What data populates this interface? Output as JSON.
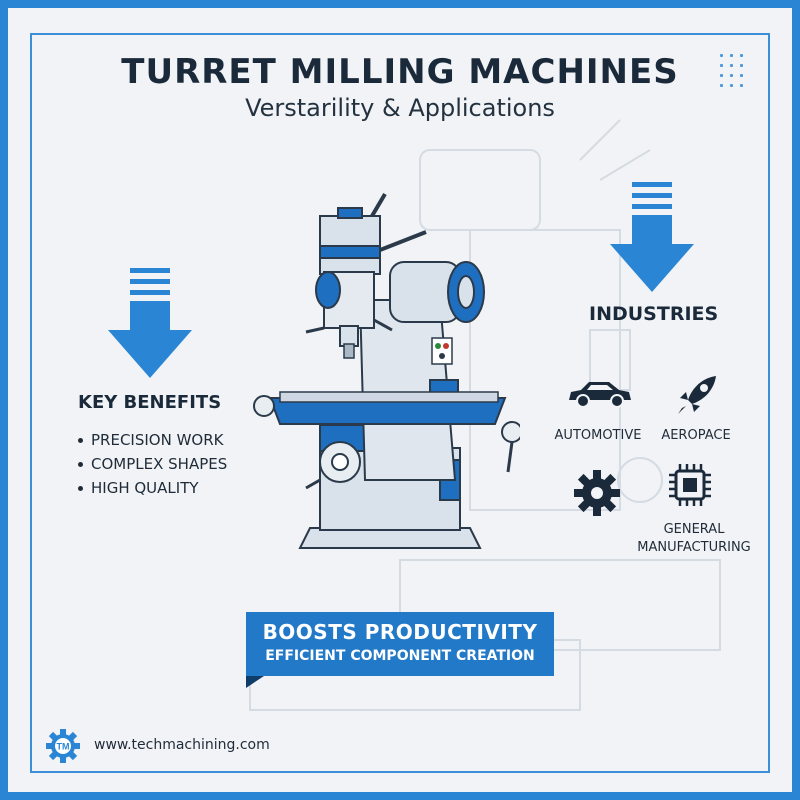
{
  "header": {
    "title": "TURRET MILLING MACHINES",
    "subtitle": "Verstarility & Applications"
  },
  "benefits": {
    "title": "KEY BENEFITS",
    "items": [
      "PRECISION WORK",
      "COMPLEX SHAPES",
      "HIGH QUALITY"
    ]
  },
  "industries": {
    "title": "INDUSTRIES",
    "items": [
      {
        "label": "AUTOMOTIVE",
        "icon": "car-icon"
      },
      {
        "label": "AEROPACE",
        "icon": "rocket-icon"
      },
      {
        "label": "",
        "icon": "gear-icon"
      },
      {
        "label_line1": "GENERAL",
        "label_line2": "MANUFACTURING",
        "icon": "chip-icon"
      }
    ]
  },
  "banner": {
    "line1": "BOOSTS PRODUCTIVITY",
    "line2": "EFFICIENT COMPONENT CREATION"
  },
  "footer": {
    "logo_text": "TM",
    "url": "www.techmachining.com"
  },
  "colors": {
    "accent": "#2a86d4",
    "dark_text": "#1b2a3a",
    "banner": "#2279c7",
    "machine_body": "#d9e1ea",
    "machine_blue": "#1f6fc0"
  },
  "illustration": "turret-milling-machine-icon"
}
